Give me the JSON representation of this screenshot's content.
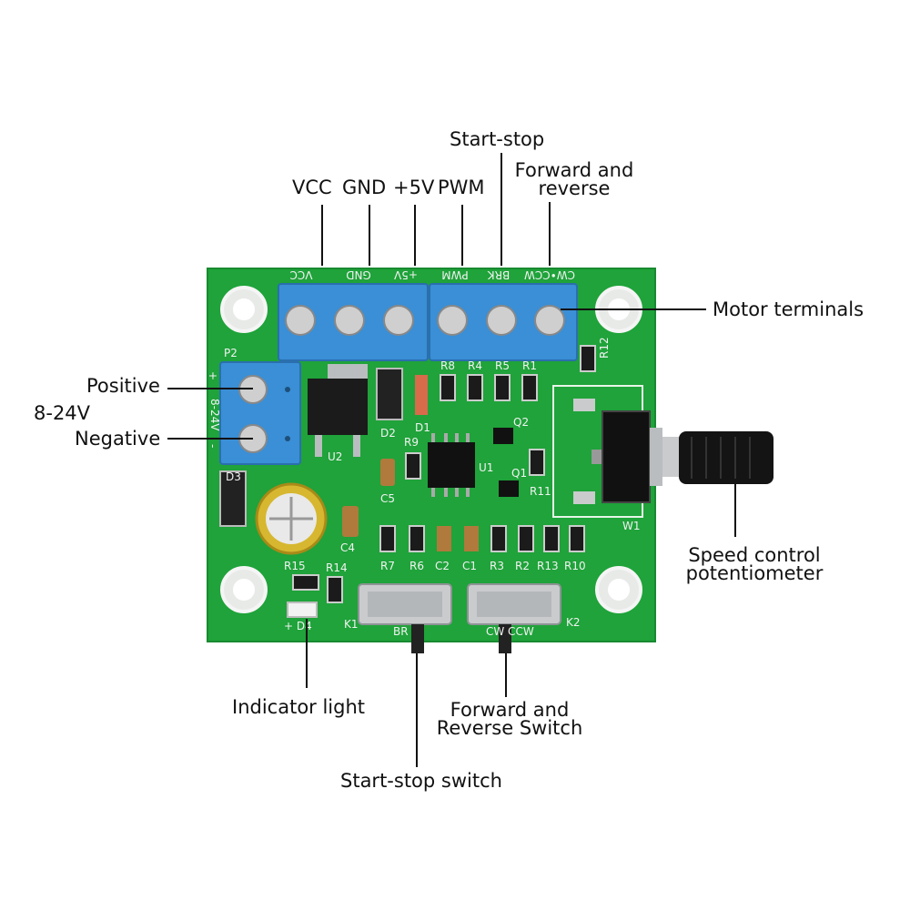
{
  "labels": {
    "vcc": "VCC",
    "gnd": "GND",
    "plus5v": "+5V",
    "pwm": "PWM",
    "start_stop": "Start-stop",
    "forward_reverse_l1": "Forward and",
    "forward_reverse_l2": "reverse",
    "motor_terminals": "Motor terminals",
    "positive": "Positive",
    "voltage_range": "8-24V",
    "negative": "Negative",
    "speed_pot_l1": "Speed control",
    "speed_pot_l2": "potentiometer",
    "indicator_light": "Indicator light",
    "fr_switch_l1": "Forward and",
    "fr_switch_l2": "Reverse Switch",
    "start_stop_switch": "Start-stop switch"
  },
  "silkscreen": {
    "top_header": [
      "VCC",
      "GND",
      "+5V",
      "PWM",
      "BRK",
      "CW•CCW"
    ],
    "p2": "P2",
    "power_pins": [
      "+",
      "8-24V",
      "-"
    ],
    "resistors_top": [
      "R8",
      "R4",
      "R5",
      "R1"
    ],
    "r12": "R12",
    "u2": "U2",
    "d1": "D1",
    "d2": "D2",
    "d3": "D3",
    "d4": "+ D4",
    "r9": "R9",
    "u1": "U1",
    "q1": "Q1",
    "q2": "Q2",
    "r11": "R11",
    "c5": "C5",
    "c4": "C4",
    "w1": "W1",
    "resistors_bottom": [
      "R7",
      "R6",
      "C2",
      "C1",
      "R3",
      "R2",
      "R13",
      "R10"
    ],
    "r15": "R15",
    "r14": "R14",
    "k1": "K1",
    "k2": "K2",
    "br": "BR",
    "cw": "CW CCW"
  },
  "colors": {
    "pcb": "#1fa33a",
    "terminal": "#3a8fd6",
    "screw": "#cfcfcf"
  }
}
